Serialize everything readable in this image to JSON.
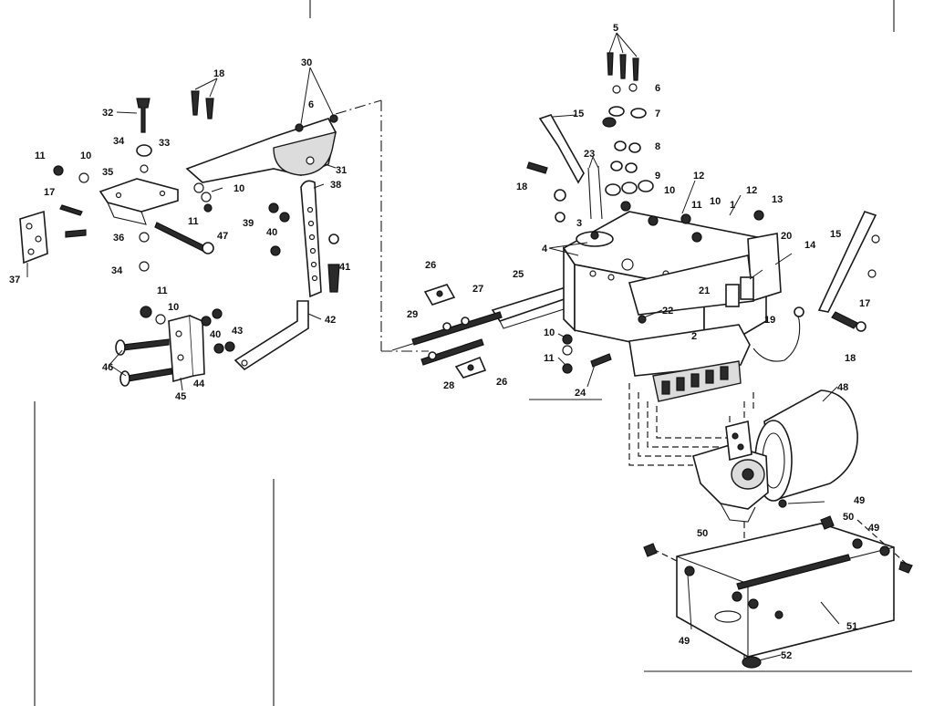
{
  "diagram": {
    "callouts": [
      "1",
      "2",
      "3",
      "4",
      "5",
      "6",
      "6",
      "7",
      "8",
      "9",
      "10",
      "10",
      "10",
      "10",
      "10",
      "10",
      "11",
      "11",
      "11",
      "11",
      "11",
      "12",
      "12",
      "13",
      "14",
      "15",
      "15",
      "17",
      "17",
      "18",
      "18",
      "18",
      "19",
      "20",
      "21",
      "22",
      "23",
      "24",
      "25",
      "26",
      "26",
      "27",
      "28",
      "29",
      "30",
      "31",
      "32",
      "33",
      "34",
      "34",
      "35",
      "36",
      "37",
      "38",
      "39",
      "40",
      "40",
      "41",
      "42",
      "43",
      "44",
      "45",
      "46",
      "47",
      "48",
      "49",
      "49",
      "49",
      "50",
      "50",
      "51",
      "52"
    ]
  }
}
